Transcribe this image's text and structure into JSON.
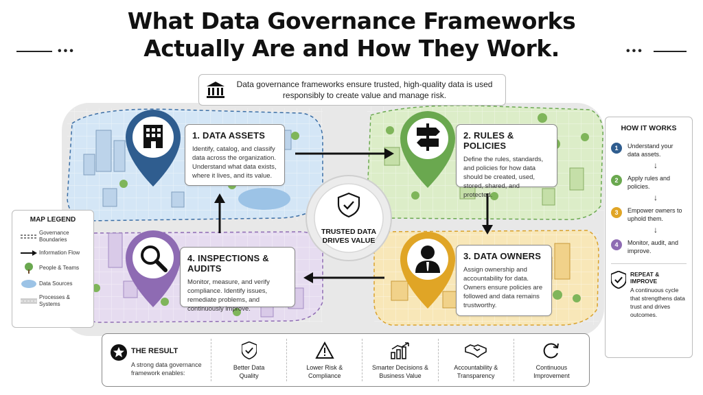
{
  "header": {
    "title_line1": "What Data Governance Frameworks",
    "title_line2": "Actually Are and How They Work."
  },
  "intro": {
    "text": "Data governance frameworks ensure trusted, high-quality data is used responsibly to create value and manage risk.",
    "icon": "institution-icon"
  },
  "center": {
    "line1": "TRUSTED DATA",
    "line2": "DRIVES VALUE",
    "icon": "shield-check-icon"
  },
  "stages": [
    {
      "title": "1. DATA ASSETS",
      "text": "Identify, catalog, and classify data across the organization. Understand what data exists, where it lives, and its value.",
      "icon": "building-icon",
      "color": "#2f5d8f"
    },
    {
      "title": "2. RULES & POLICIES",
      "text": "Define the rules, standards, and policies for how data should be created, used, stored, shared, and protected.",
      "icon": "signpost-icon",
      "color": "#6aa84f"
    },
    {
      "title": "3. DATA OWNERS",
      "text": "Assign ownership and accountability for data. Owners ensure policies are followed and data remains trustworthy.",
      "icon": "person-icon",
      "color": "#e0a526"
    },
    {
      "title": "4. INSPECTIONS & AUDITS",
      "text": "Monitor, measure, and verify compliance. Identify issues, remediate problems, and continuously improve.",
      "icon": "magnifier-icon",
      "color": "#8e6bb3"
    }
  ],
  "legend": {
    "title": "MAP LEGEND",
    "items": [
      {
        "label": "Governance Boundaries",
        "icon": "dashed-line-icon"
      },
      {
        "label": "Information Flow",
        "icon": "arrow-right-icon"
      },
      {
        "label": "People & Teams",
        "icon": "tree-icon"
      },
      {
        "label": "Data Sources",
        "icon": "water-icon"
      },
      {
        "label": "Processes & Systems",
        "icon": "road-icon"
      }
    ]
  },
  "how_it_works": {
    "title": "HOW IT WORKS",
    "steps": [
      {
        "num": "1",
        "text": "Understand your data assets.",
        "color": "#2f5d8f"
      },
      {
        "num": "2",
        "text": "Apply rules and policies.",
        "color": "#6aa84f"
      },
      {
        "num": "3",
        "text": "Empower owners to uphold them.",
        "color": "#e0a526"
      },
      {
        "num": "4",
        "text": "Monitor, audit, and improve.",
        "color": "#8e6bb3"
      }
    ],
    "repeat_title": "REPEAT & IMPROVE",
    "repeat_text": "A continuous cycle that strengthens data trust and drives outcomes."
  },
  "result": {
    "title": "THE RESULT",
    "text": "A strong data governance framework enables:",
    "benefits": [
      {
        "line1": "Better Data",
        "line2": "Quality",
        "icon": "shield-check-icon"
      },
      {
        "line1": "Lower Risk &",
        "line2": "Compliance",
        "icon": "warning-icon"
      },
      {
        "line1": "Smarter Decisions &",
        "line2": "Business Value",
        "icon": "growth-chart-icon"
      },
      {
        "line1": "Accountability &",
        "line2": "Transparency",
        "icon": "handshake-icon"
      },
      {
        "line1": "Continuous",
        "line2": "Improvement",
        "icon": "cycle-icon"
      }
    ]
  }
}
